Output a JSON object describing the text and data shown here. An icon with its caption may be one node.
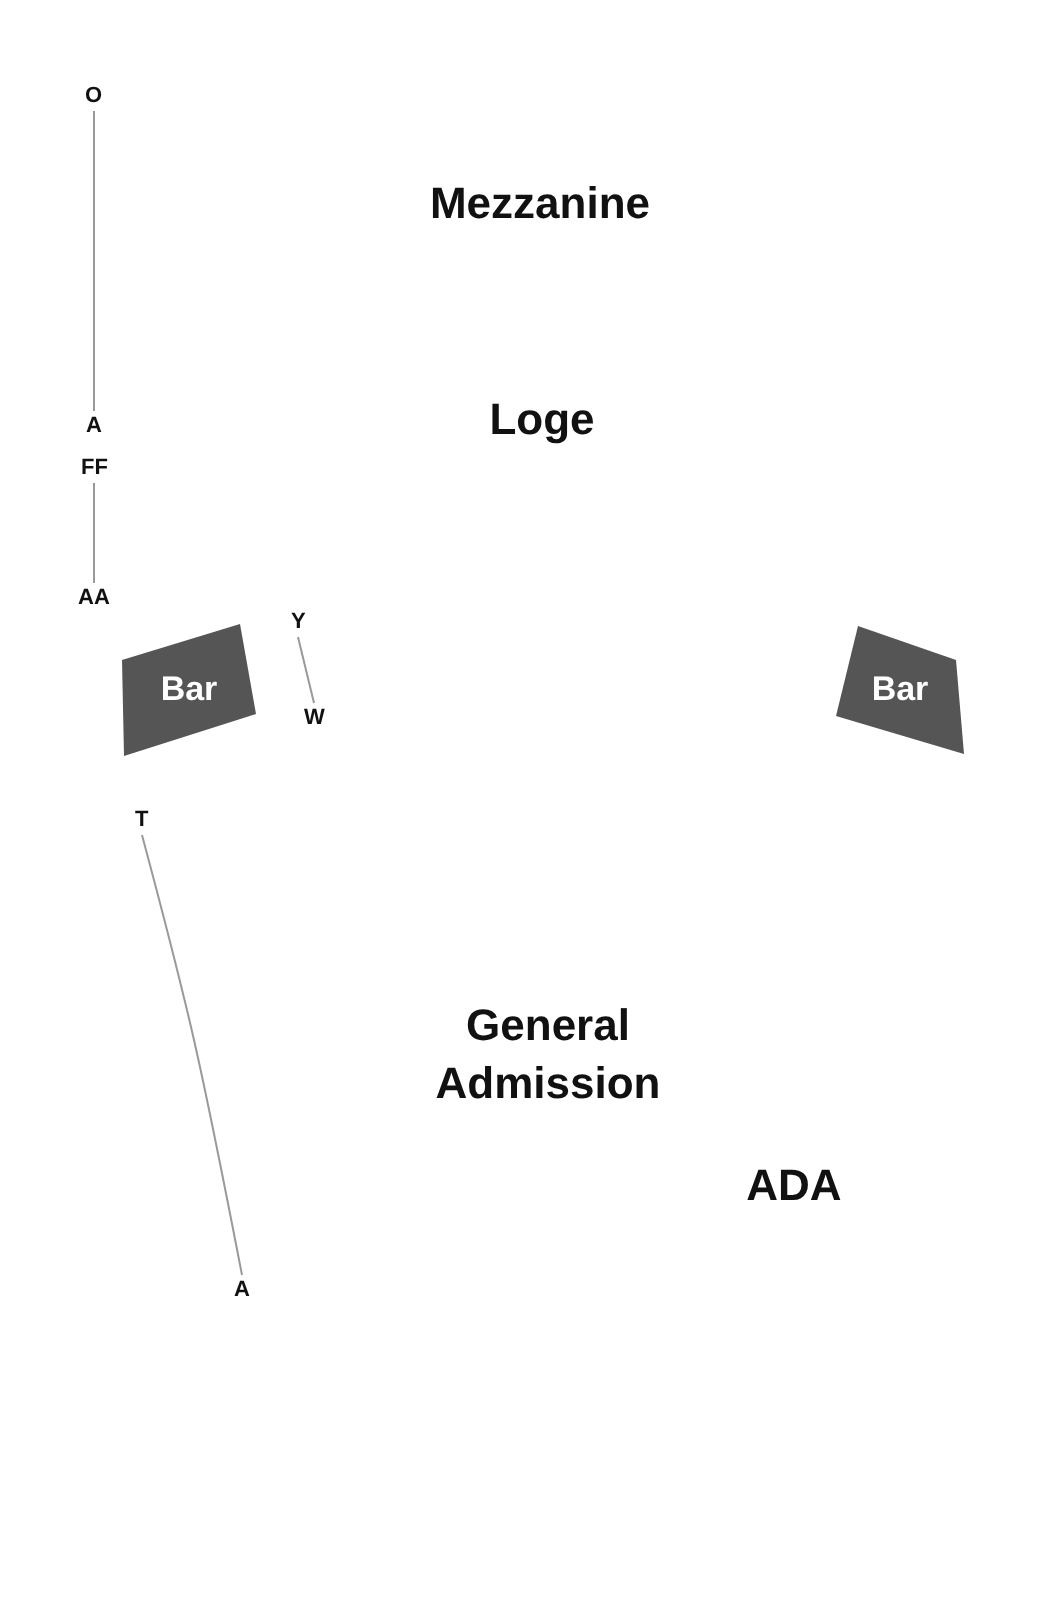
{
  "diagram": {
    "nodes": [
      {
        "text": [
          "O"
        ]
      },
      {
        "text": [
          "A"
        ]
      },
      {
        "text": [
          "FF"
        ]
      },
      {
        "text": [
          "AA"
        ]
      },
      {
        "text": [
          "Bar"
        ]
      },
      {
        "text": [
          "Y"
        ]
      },
      {
        "text": [
          "W"
        ]
      },
      {
        "text": [
          "Bar"
        ]
      },
      {
        "text": [
          "T"
        ]
      },
      {
        "text": [
          "A"
        ]
      }
    ],
    "edges": [
      {
        "from": 0,
        "to": 1,
        "arrow": "none"
      },
      {
        "from": 2,
        "to": 3,
        "arrow": "none"
      },
      {
        "from": 5,
        "to": 6,
        "arrow": "none"
      },
      {
        "from": 8,
        "to": 9,
        "arrow": "none"
      }
    ],
    "labels": [
      "Mezzanine",
      "Loge",
      "General Admission",
      "ADA"
    ]
  }
}
